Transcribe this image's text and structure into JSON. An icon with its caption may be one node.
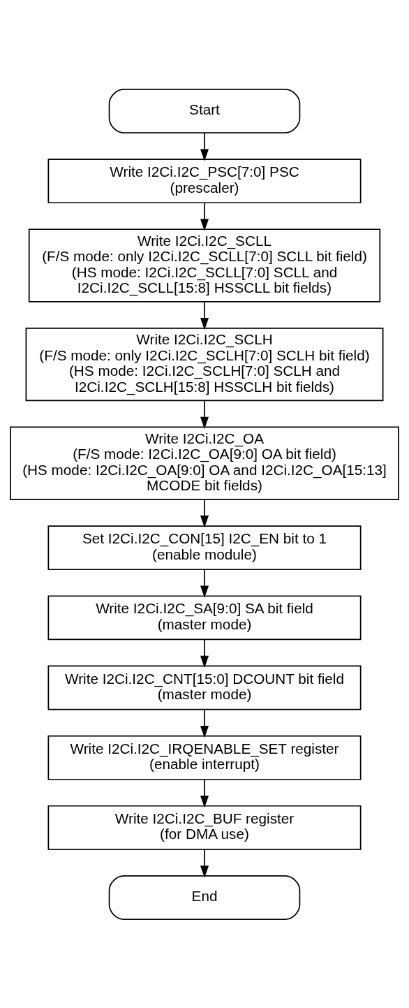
{
  "diagram": {
    "nodes": [
      {
        "text": [
          "Start"
        ]
      },
      {
        "text": [
          "Write I2Ci.I2C_PSC[7:0] PSC",
          "(prescaler)"
        ]
      },
      {
        "text": [
          "Write I2Ci.I2C_SCLL",
          "(F/S mode: only I2Ci.I2C_SCLL[7:0] SCLL bit field)",
          "(HS mode: I2Ci.I2C_SCLL[7:0] SCLL and I2Ci.I2C_SCLL[15:8] HSSCLL bit fields)"
        ]
      },
      {
        "text": [
          "Write I2Ci.I2C_SCLH",
          "(F/S mode: only I2Ci.I2C_SCLH[7:0] SCLH bit field)",
          "(HS mode: I2Ci.I2C_SCLH[7:0] SCLH and I2Ci.I2C_SCLH[15:8] HSSCLH bit fields)"
        ]
      },
      {
        "text": [
          "Write I2Ci.I2C_OA",
          "(F/S mode: I2Ci.I2C_OA[9:0] OA bit field)",
          "(HS mode: I2Ci.I2C_OA[9:0] OA and I2Ci.I2C_OA[15:13] MCODE bit fields)"
        ]
      },
      {
        "text": [
          "Set I2Ci.I2C_CON[15] I2C_EN bit to 1",
          "(enable module)"
        ]
      },
      {
        "text": [
          "Write I2Ci.I2C_SA[9:0] SA bit field",
          "(master mode)"
        ]
      },
      {
        "text": [
          "Write I2Ci.I2C_CNT[15:0] DCOUNT bit field",
          "(master mode)"
        ]
      },
      {
        "text": [
          "Write I2Ci.I2C_IRQENABLE_SET register",
          "(enable interrupt)"
        ]
      },
      {
        "text": [
          "Write I2Ci.I2C_BUF register",
          "(for DMA use)"
        ]
      },
      {
        "text": [
          "End"
        ]
      }
    ],
    "edges": [
      {
        "from": 0,
        "to": 1,
        "arrow": "to"
      },
      {
        "from": 1,
        "to": 2,
        "arrow": "to"
      },
      {
        "from": 2,
        "to": 3,
        "arrow": "to"
      },
      {
        "from": 3,
        "to": 4,
        "arrow": "to"
      },
      {
        "from": 4,
        "to": 5,
        "arrow": "to"
      },
      {
        "from": 5,
        "to": 6,
        "arrow": "to"
      },
      {
        "from": 6,
        "to": 7,
        "arrow": "to"
      },
      {
        "from": 7,
        "to": 8,
        "arrow": "to"
      },
      {
        "from": 8,
        "to": 9,
        "arrow": "to"
      },
      {
        "from": 9,
        "to": 10,
        "arrow": "to"
      }
    ]
  }
}
